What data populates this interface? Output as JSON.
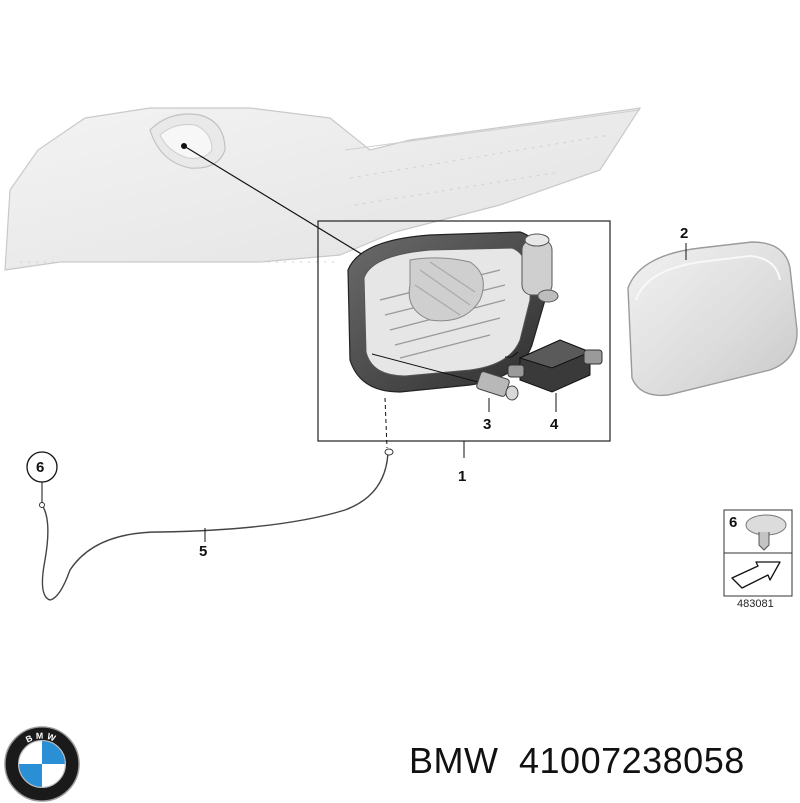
{
  "callouts": {
    "c1": "1",
    "c2": "2",
    "c3": "3",
    "c4": "4",
    "c5": "5",
    "c6": "6"
  },
  "legend": {
    "part_number": "6",
    "diagram_id": "483081"
  },
  "footer": {
    "brand": "BMW",
    "part_number": "41007238058"
  },
  "logo": {
    "text": "BMW",
    "colors": {
      "blue": "#2a8fd4",
      "white": "#ffffff",
      "ring": "#1a1a1a"
    }
  }
}
